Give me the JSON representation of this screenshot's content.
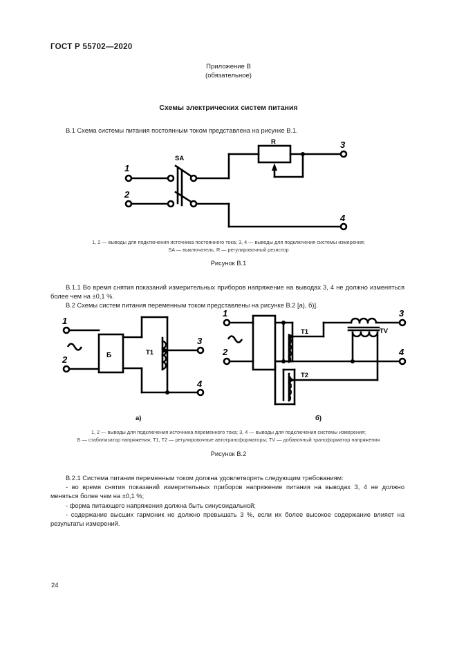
{
  "document": {
    "standard_header": "ГОСТ Р 55702—2020",
    "page_number": "24"
  },
  "appendix": {
    "title": "Приложение В",
    "subtitle": "(обязательное)",
    "section_title": "Схемы электрических систем питания"
  },
  "paragraphs": {
    "b1": "В.1  Схема системы питания постоянным током представлена на рисунке В.1.",
    "b11": "В.1.1  Во время снятия показаний измерительных приборов напряжение на выводах 3, 4 не должно изменяться более чем на ±0,1 %.",
    "b2": "В.2  Схемы систем питания переменным током представлены на рисунке В.2 [а), б)].",
    "b21_intro": "В.2.1  Система питания переменным током должна удовлетворять следующим требованиям:",
    "b21_item1": "- во время снятия показаний измерительных приборов напряжение питания на выводах 3, 4 не должно меняться более чем на ±0,1 %;",
    "b21_item2": "- форма питающего напряжения должна быть синусоидальной;",
    "b21_item3": "- содержание высших гармоник не должно превышать 3 %, если их более высокое содержание влияет на результаты измерений."
  },
  "figure1": {
    "caption_line1": "1, 2 — выводы для подключения источника постоянного тока; 3, 4 — выводы для подключения системы измерения;",
    "caption_line2": "SA — выключатель, R — регулировочный резистор",
    "label": "Рисунок В.1",
    "terminals": [
      "1",
      "2",
      "3",
      "4"
    ],
    "components": {
      "switch": "SA",
      "resistor": "R"
    }
  },
  "figure2": {
    "caption_line1": "1, 2 — выводы для подключения источника переменного тока; 3, 4 — выводы для подключения системы измерения;",
    "caption_line2": "Б — стабилизатор напряжения; Т1, Т2 — регулировочные автотрансформаторы; TV — добавочный трансформатор напряжения",
    "label": "Рисунок В.2",
    "subfigure_a": {
      "label": "а)",
      "terminals": [
        "1",
        "2",
        "3",
        "4"
      ],
      "stabilizer": "Б",
      "autotransformer": "T1"
    },
    "subfigure_b": {
      "label": "б)",
      "terminals": [
        "1",
        "2",
        "3",
        "4"
      ],
      "autotransformer1": "T1",
      "autotransformer2": "T2",
      "transformer": "TV"
    }
  },
  "colors": {
    "ink": "#1a1a1a",
    "paper": "#ffffff",
    "caption": "#3a3a3a"
  }
}
